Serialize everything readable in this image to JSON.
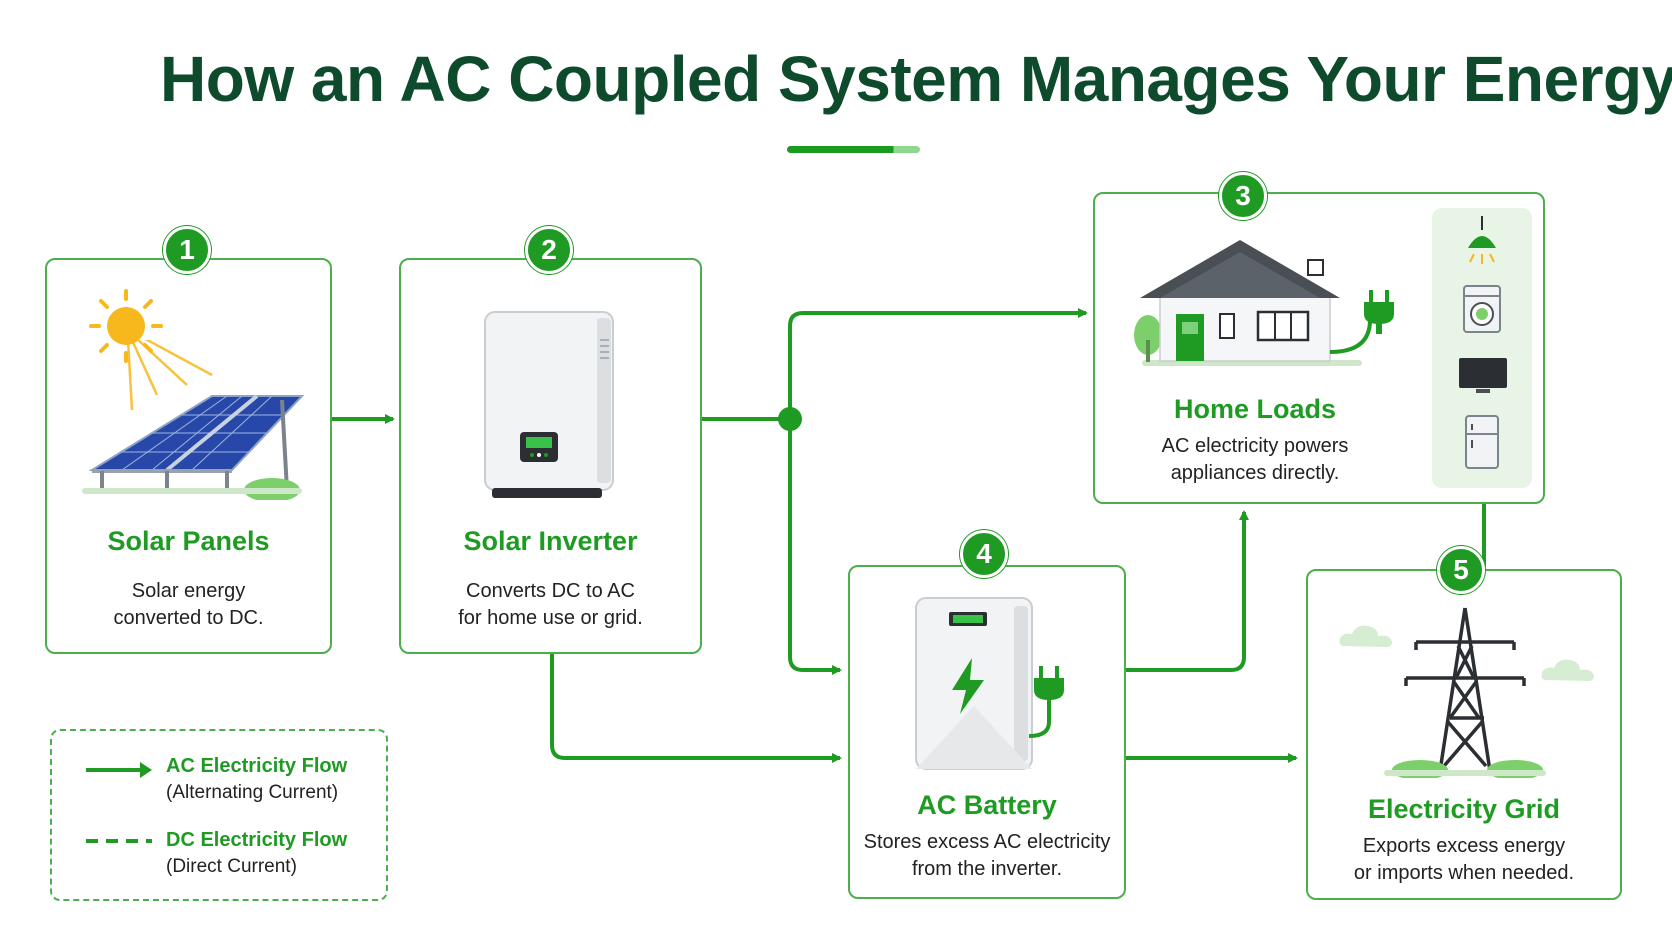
{
  "title": "How an AC Coupled System Manages Your Energy",
  "steps": [
    {
      "number": "1",
      "title": "Solar Panels",
      "desc": [
        "Solar energy",
        "converted to DC."
      ]
    },
    {
      "number": "2",
      "title": "Solar Inverter",
      "desc": [
        "Converts DC to AC",
        "for home use or grid."
      ]
    },
    {
      "number": "3",
      "title": "Home Loads",
      "desc": [
        "AC electricity powers",
        "appliances directly."
      ]
    },
    {
      "number": "4",
      "title": "AC Battery",
      "desc": [
        "Stores excess AC electricity",
        "from the inverter."
      ]
    },
    {
      "number": "5",
      "title": "Electricity Grid",
      "desc": [
        "Exports excess energy",
        "or imports when needed."
      ]
    }
  ],
  "flow_labels": {
    "dc": "DC",
    "ac": "AC"
  },
  "legend": {
    "ac": {
      "label": "AC Electricity Flow",
      "sub": "(Alternating Current)"
    },
    "dc": {
      "label": "DC Electricity Flow",
      "sub": "(Direct Current)"
    }
  },
  "colors": {
    "accent": "#1f9b24",
    "title": "#0e4a2c",
    "border": "#4cae4c"
  },
  "icons": [
    "sun-icon",
    "solar-panel-icon",
    "inverter-icon",
    "house-icon",
    "plug-icon",
    "lamp-icon",
    "washing-machine-icon",
    "tv-icon",
    "fridge-icon",
    "battery-icon",
    "lightning-icon",
    "pylon-icon",
    "cloud-icon"
  ]
}
